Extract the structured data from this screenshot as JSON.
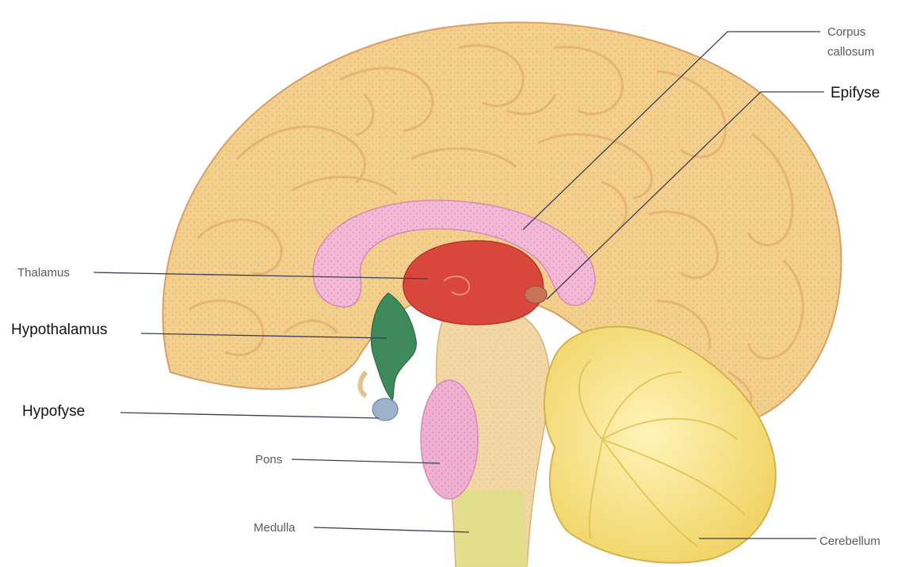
{
  "diagram": {
    "labels": {
      "corpus_callosum_line1": "Corpus",
      "corpus_callosum_line2": "callosum",
      "epifyse": "Epifyse",
      "thalamus": "Thalamus",
      "hypothalamus": "Hypothalamus",
      "hypofyse": "Hypofyse",
      "pons": "Pons",
      "medulla": "Medulla",
      "cerebellum": "Cerebellum"
    },
    "colors": {
      "cerebrum": "#f3cf8c",
      "cerebrum_shadow": "#e8b56f",
      "corpus_callosum": "#f2b8d6",
      "thalamus": "#d9473c",
      "hypothalamus": "#3f8a5a",
      "hypofyse": "#9fb2cc",
      "pons": "#f0b0d2",
      "brainstem": "#f1d7a3",
      "medulla": "#dfe08a",
      "cerebellum": "#f6e27a",
      "leader_line": "#3a3f55"
    }
  }
}
